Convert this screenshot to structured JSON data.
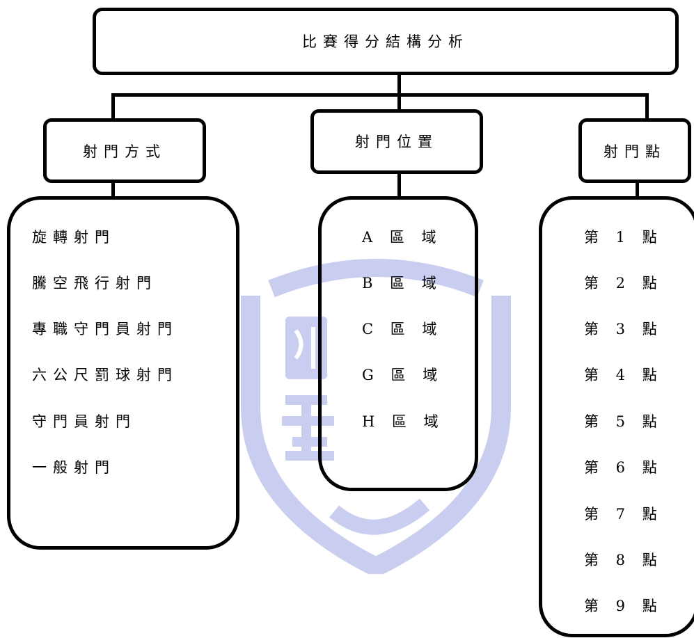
{
  "root": {
    "label": "比賽得分結構分析"
  },
  "categories": [
    {
      "key": "shooting-method",
      "label": "射門方式",
      "items": [
        "旋轉射門",
        "騰空飛行射門",
        "專職守門員射門",
        "六公尺罰球射門",
        "守門員射門",
        "一般射門"
      ]
    },
    {
      "key": "shooting-position",
      "label": "射門位置",
      "items": [
        "A 區 域",
        "B 區 域",
        "C 區 域",
        "G 區 域",
        "H 區 域"
      ]
    },
    {
      "key": "shooting-point",
      "label": "射門點",
      "items": [
        "第 1 點",
        "第 2 點",
        "第 3 點",
        "第 4 點",
        "第 5 點",
        "第 6 點",
        "第 7 點",
        "第 8 點",
        "第 9 點"
      ]
    }
  ],
  "watermark_color": "#c9cdf0",
  "line_color": "#000000"
}
